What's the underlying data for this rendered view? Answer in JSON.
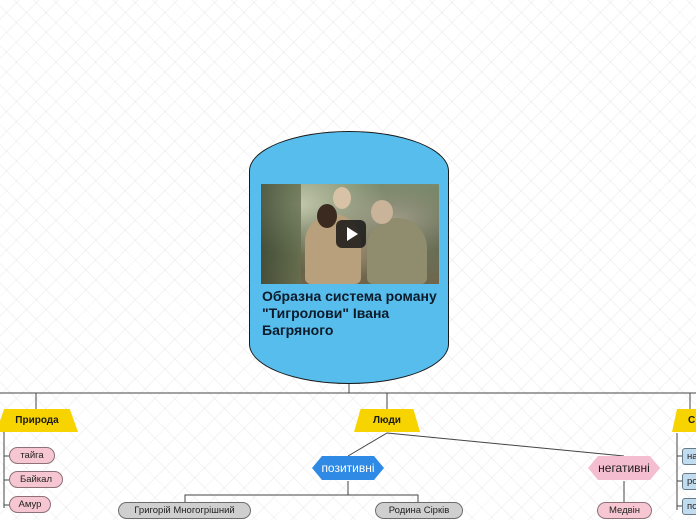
{
  "central": {
    "title": "Образна система роману \"Тигролови\" Івана Багряного",
    "media": "video-thumbnail",
    "media_icon": "play-icon"
  },
  "branches": {
    "nature": {
      "label": "Природа",
      "items": [
        "тайга",
        "Байкал",
        "Амур"
      ]
    },
    "people": {
      "label": "Люди",
      "positive": {
        "label": "позитивні",
        "items": [
          "Григорій Многогрішний",
          "Родина Сірків"
        ]
      },
      "negative": {
        "label": "негативні",
        "items": [
          "Медвін"
        ]
      }
    },
    "right": {
      "label": "С",
      "items": [
        "на",
        "ро",
        "по"
      ]
    }
  },
  "colors": {
    "central_fill": "#56bdec",
    "main_topic_fill": "#f7d300",
    "positive_fill": "#2f8ae6",
    "negative_fill": "#f5bdd0",
    "nature_chip_fill": "#f6c7d2",
    "people_chip_fill": "#cfcfcf",
    "right_chip_fill": "#c2dcef"
  }
}
